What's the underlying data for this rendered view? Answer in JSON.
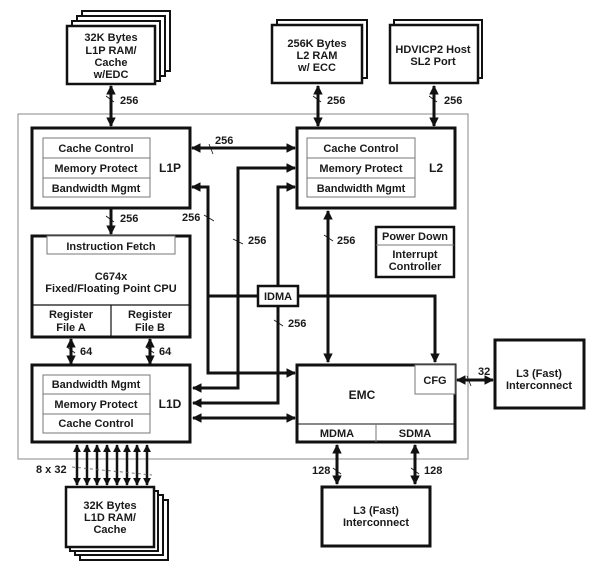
{
  "diagram": {
    "external_memories": {
      "l1p_ram": {
        "lines": [
          "32K Bytes",
          "L1P RAM/",
          "Cache",
          "w/EDC"
        ],
        "bus_width": "256"
      },
      "l2_ram": {
        "lines": [
          "256K Bytes",
          "L2 RAM",
          "w/ ECC"
        ],
        "bus_width": "256"
      },
      "hdvicp2": {
        "lines": [
          "HDVICP2 Host",
          "SL2 Port"
        ],
        "bus_width": "256"
      },
      "l1d_ram": {
        "lines": [
          "32K Bytes",
          "L1D RAM/",
          "Cache"
        ],
        "bus_width": "8 x 32"
      }
    },
    "l1p": {
      "label": "L1P",
      "rows": [
        "Cache Control",
        "Memory Protect",
        "Bandwidth Mgmt"
      ]
    },
    "l2": {
      "label": "L2",
      "rows": [
        "Cache Control",
        "Memory Protect",
        "Bandwidth Mgmt"
      ]
    },
    "l1d": {
      "label": "L1D",
      "rows": [
        "Bandwidth Mgmt",
        "Memory Protect",
        "Cache Control"
      ]
    },
    "cpu": {
      "fetch": "Instruction Fetch",
      "title_lines": [
        "C674x",
        "Fixed/Floating Point CPU"
      ],
      "reg_a": [
        "Register",
        "File A"
      ],
      "reg_b": [
        "Register",
        "File B"
      ],
      "reg_bus": "64"
    },
    "power": {
      "top": "Power Down",
      "bottom_lines": [
        "Interrupt",
        "Controller"
      ]
    },
    "idma": {
      "label": "IDMA",
      "bus_width": "256"
    },
    "emc": {
      "label": "EMC",
      "cfg": "CFG",
      "mdma": "MDMA",
      "sdma": "SDMA",
      "dma_bus": "128"
    },
    "l3_right": {
      "lines": [
        "L3 (Fast)",
        "Interconnect"
      ],
      "bus_width": "32"
    },
    "l3_bottom": {
      "lines": [
        "L3 (Fast)",
        "Interconnect"
      ]
    },
    "bus_labels": {
      "l1p_l2": "256",
      "l1p_cpu": "256",
      "l1p_side": "256",
      "mid": "256",
      "l2_emc": "256"
    }
  }
}
